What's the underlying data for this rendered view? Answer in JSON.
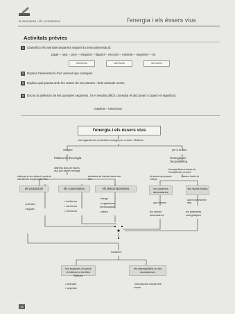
{
  "header": {
    "brand": "la naturalesa i els ecosistemes",
    "chapter_title": "l'energia i els éssers vius"
  },
  "section": {
    "title": "Activitats prèvies"
  },
  "questions": [
    {
      "num": "1",
      "text": "Classifica els animals següents segons la seva alimentació:"
    },
    {
      "num": "2",
      "text": "Explica l'alimentació d'un animal que coneguis."
    },
    {
      "num": "3",
      "text": "Explica què passa amb les restes de les plantes i dels animals morts."
    },
    {
      "num": "4",
      "text": "Escriu la definició de les paraules següents. Si et resulta difícil, consulta el diccionari i copia'n el significat:"
    }
  ],
  "animals_line": "pagè – rata – porc – esquirol – llagost – escorpí – marieta – esparver – os",
  "blanks": [
    "herbívors",
    "carnívors",
    "omnívors"
  ],
  "definition_line": "matèria – insectívor",
  "concept_map": {
    "title": "l'energia i els éssers vius",
    "subtitle": "els organismes necessiten energia per a viure. Obtenen",
    "left_branch_label": "menjant",
    "right_branch_label": "per a la vida",
    "left_node": "l'obtenció d'energia",
    "right_node": "l'energia en l'ecosistema",
    "left_sub": "diferents tipus de éssers vius que capten l'energia",
    "right_sub": "l'energia flueix a través de l'ecosistema i es perd",
    "branch_a_label": "elaborant el seu aliment a partir de substàncies inorgàniques. Són",
    "branch_b_label": "alimentant-se d'altres éssers vius. Són",
    "branch_c_label": "els éssers que passen energia",
    "branch_d_label": "passa a través de",
    "boxes": [
      "els productors",
      "els consumidors",
      "els descomponedors",
      "les cadenes alimentàries",
      "els nivells tròfics"
    ],
    "productors_items": [
      "plantes",
      "algues"
    ],
    "consumidors_items": [
      "herbívors",
      "carnívors",
      "omnívors"
    ],
    "descomponedors_items": [
      "fongs",
      "organismes microscòpics",
      "altres"
    ],
    "right_col_a": "que formen",
    "right_col_b": "que es representen amb",
    "right_bottom_a": "les xarxes alimentàries",
    "right_bottom_b": "les piràmides energètiques",
    "connector_label": "estudiem",
    "bottom_left": "les espècies en perill d'extinció a les Illes Balears",
    "bottom_right": "els desequilibris en els ecosistemes",
    "bottom_left_items": [
      "animals",
      "vegetals"
    ],
    "bottom_right_items": [
      "introducció d'espècies noves"
    ]
  },
  "page_number": "48"
}
